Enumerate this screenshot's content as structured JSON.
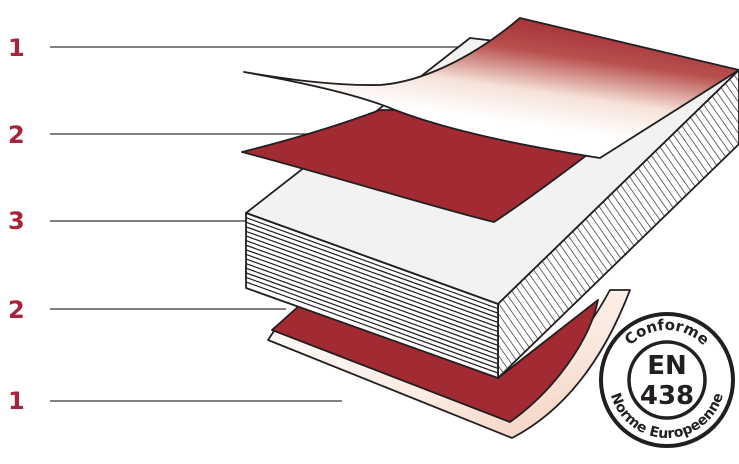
{
  "callouts": [
    {
      "number": "1"
    },
    {
      "number": "2"
    },
    {
      "number": "3"
    },
    {
      "number": "2"
    },
    {
      "number": "1"
    }
  ],
  "colors": {
    "number": "#a5243a",
    "decor_red": "#a22a32",
    "core_fill": "#f2f2f2",
    "outline": "#231f20",
    "leader_line": "#333333"
  },
  "badge": {
    "top_text": "Conforme",
    "code_line1": "EN",
    "code_line2": "438",
    "bottom_text": "Norme Europeenne"
  }
}
